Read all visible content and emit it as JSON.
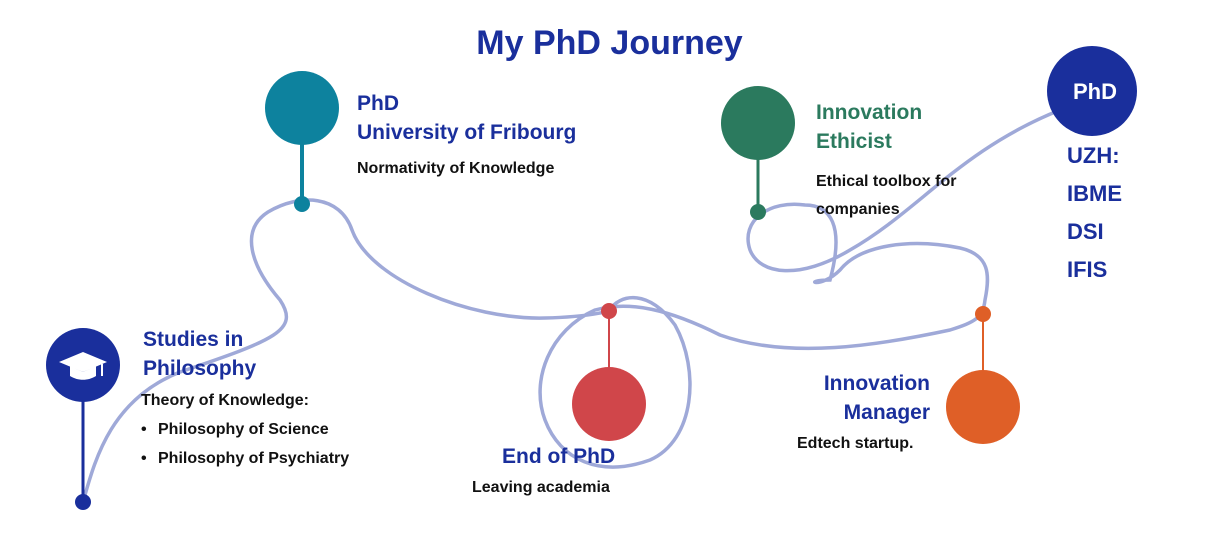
{
  "title": "My PhD Journey",
  "colors": {
    "path": "#9fa9d8",
    "blue": "#1a2f9c",
    "teal": "#0d829e",
    "green": "#2b7a5e",
    "red": "#d0464a",
    "orange": "#df5f27"
  },
  "milestones": {
    "studies": {
      "icon": "graduation-cap-icon",
      "title_line1": "Studies in",
      "title_line2": "Philosophy",
      "subtitle": "Theory of Knowledge:",
      "bullets": [
        "Philosophy of Science",
        "Philosophy of Psychiatry"
      ]
    },
    "phd_fribourg": {
      "title_line1": "PhD",
      "title_line2": "University of Fribourg",
      "desc": "Normativity of Knowledge"
    },
    "end_phd": {
      "title": "End of PhD",
      "desc": "Leaving academia"
    },
    "innovation_ethicist": {
      "title_line1": "Innovation",
      "title_line2": "Ethicist",
      "desc_line1": "Ethical toolbox for",
      "desc_line2": "companies"
    },
    "innovation_manager": {
      "title_line1": "Innovation",
      "title_line2": "Manager",
      "desc": "Edtech startup."
    },
    "phd_uzh": {
      "badge": "PhD",
      "institutions": [
        "UZH:",
        "IBME",
        "DSI",
        "IFIS"
      ]
    }
  }
}
